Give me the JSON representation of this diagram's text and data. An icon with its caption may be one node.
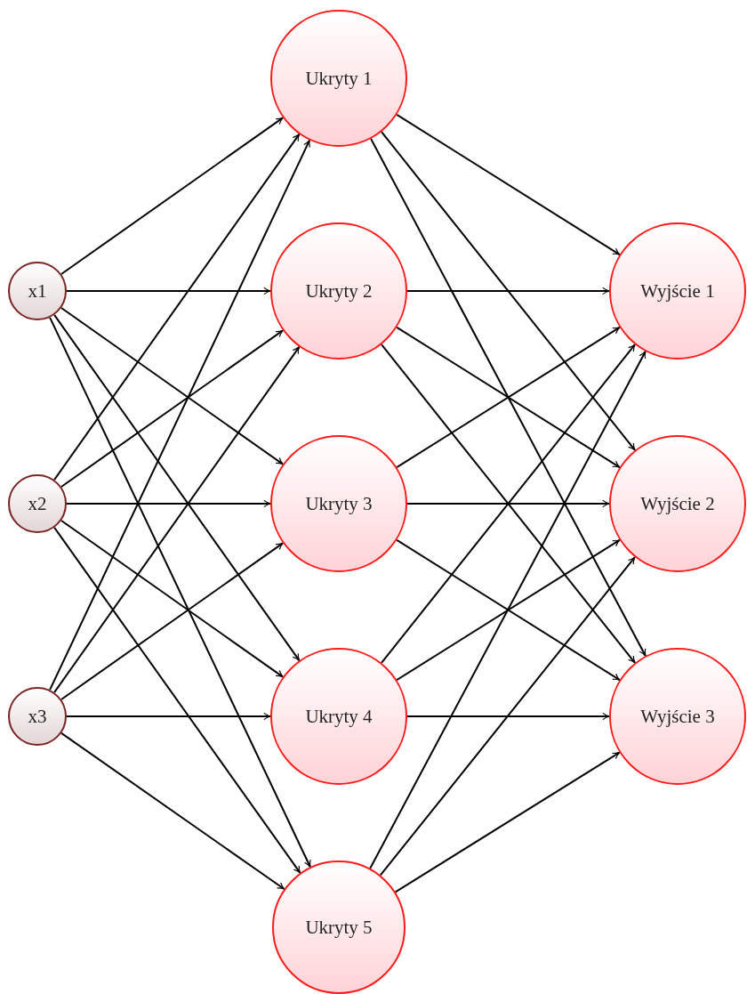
{
  "diagram": {
    "nodes": [
      {
        "text": [
          "x1"
        ]
      },
      {
        "text": [
          "x2"
        ]
      },
      {
        "text": [
          "x3"
        ]
      },
      {
        "text": [
          "Ukryty 1"
        ]
      },
      {
        "text": [
          "Ukryty 2"
        ]
      },
      {
        "text": [
          "Ukryty 3"
        ]
      },
      {
        "text": [
          "Ukryty 4"
        ]
      },
      {
        "text": [
          "Ukryty 5"
        ]
      },
      {
        "text": [
          "Wyjście 1"
        ]
      },
      {
        "text": [
          "Wyjście 2"
        ]
      },
      {
        "text": [
          "Wyjście 3"
        ]
      }
    ],
    "edges": [
      {
        "from": 0,
        "to": 3,
        "arrow": "to"
      },
      {
        "from": 0,
        "to": 4,
        "arrow": "to"
      },
      {
        "from": 0,
        "to": 5,
        "arrow": "to"
      },
      {
        "from": 0,
        "to": 6,
        "arrow": "to"
      },
      {
        "from": 0,
        "to": 7,
        "arrow": "to"
      },
      {
        "from": 1,
        "to": 3,
        "arrow": "to"
      },
      {
        "from": 1,
        "to": 4,
        "arrow": "to"
      },
      {
        "from": 1,
        "to": 5,
        "arrow": "to"
      },
      {
        "from": 1,
        "to": 6,
        "arrow": "to"
      },
      {
        "from": 1,
        "to": 7,
        "arrow": "to"
      },
      {
        "from": 2,
        "to": 3,
        "arrow": "to"
      },
      {
        "from": 2,
        "to": 4,
        "arrow": "to"
      },
      {
        "from": 2,
        "to": 5,
        "arrow": "to"
      },
      {
        "from": 2,
        "to": 6,
        "arrow": "to"
      },
      {
        "from": 2,
        "to": 7,
        "arrow": "to"
      },
      {
        "from": 3,
        "to": 8,
        "arrow": "to"
      },
      {
        "from": 3,
        "to": 9,
        "arrow": "to"
      },
      {
        "from": 3,
        "to": 10,
        "arrow": "to"
      },
      {
        "from": 4,
        "to": 8,
        "arrow": "to"
      },
      {
        "from": 4,
        "to": 9,
        "arrow": "to"
      },
      {
        "from": 4,
        "to": 10,
        "arrow": "to"
      },
      {
        "from": 5,
        "to": 8,
        "arrow": "to"
      },
      {
        "from": 5,
        "to": 9,
        "arrow": "to"
      },
      {
        "from": 5,
        "to": 10,
        "arrow": "to"
      },
      {
        "from": 6,
        "to": 8,
        "arrow": "to"
      },
      {
        "from": 6,
        "to": 9,
        "arrow": "to"
      },
      {
        "from": 6,
        "to": 10,
        "arrow": "to"
      },
      {
        "from": 7,
        "to": 8,
        "arrow": "to"
      },
      {
        "from": 7,
        "to": 9,
        "arrow": "to"
      },
      {
        "from": 7,
        "to": 10,
        "arrow": "to"
      }
    ]
  }
}
